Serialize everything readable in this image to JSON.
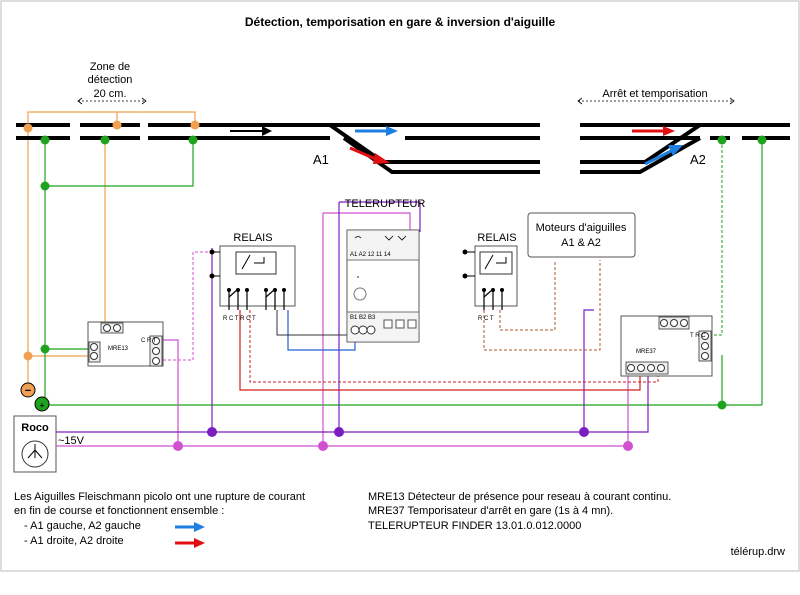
{
  "title": "Détection, temporisation en gare & inversion d'aiguille",
  "labels": {
    "zone_line1": "Zone de",
    "zone_line2": "détection",
    "zone_dist": "20 cm.",
    "arret": "Arrêt et temporisation",
    "a1": "A1",
    "a2": "A2",
    "telerupteur": "TELERUPTEUR",
    "relais1": "RELAIS",
    "relais2": "RELAIS",
    "moteurs_line1": "Moteurs d'aiguilles",
    "moteurs_line2": "A1 & A2",
    "mre13": "MRE13",
    "mre37": "MRE37",
    "roco": "Roco",
    "volt": "~15V",
    "minus": "−",
    "plus": "+",
    "tele_top": "A1  A2   12  11  14",
    "tele_bottom": "B1  B2  B3",
    "relais_pins": "R  C  T   R  C  T",
    "relais2_pins": "R  C  T",
    "mre13_pins": "C  R  T",
    "mre37_pins": "T  R  C",
    "file": "télérup.drw"
  },
  "legend": {
    "line1": "Les Aiguilles Fleischmann picolo ont une rupture de courant",
    "line2": "en fin de course et fonctionnent ensemble :",
    "item1": "- A1 gauche, A2 gauche",
    "item2": "- A1 droite, A2 droite",
    "color1": "#1e7fe0",
    "color2": "#e01010"
  },
  "notes": {
    "line1": "MRE13 Détecteur de présence pour reseau à courant continu.",
    "line2": "MRE37 Temporisateur d'arrêt en gare (1s à 4 mn).",
    "line3": "TELERUPTEUR FINDER 13.01.0.012.0000"
  },
  "colors": {
    "orange": "#f0a050",
    "green": "#1ea31e",
    "magenta": "#d050d0",
    "purple": "#7a1ec0",
    "blue": "#2060d0",
    "red": "#d02020",
    "brown": "#b05a2a",
    "track": "#000000"
  }
}
